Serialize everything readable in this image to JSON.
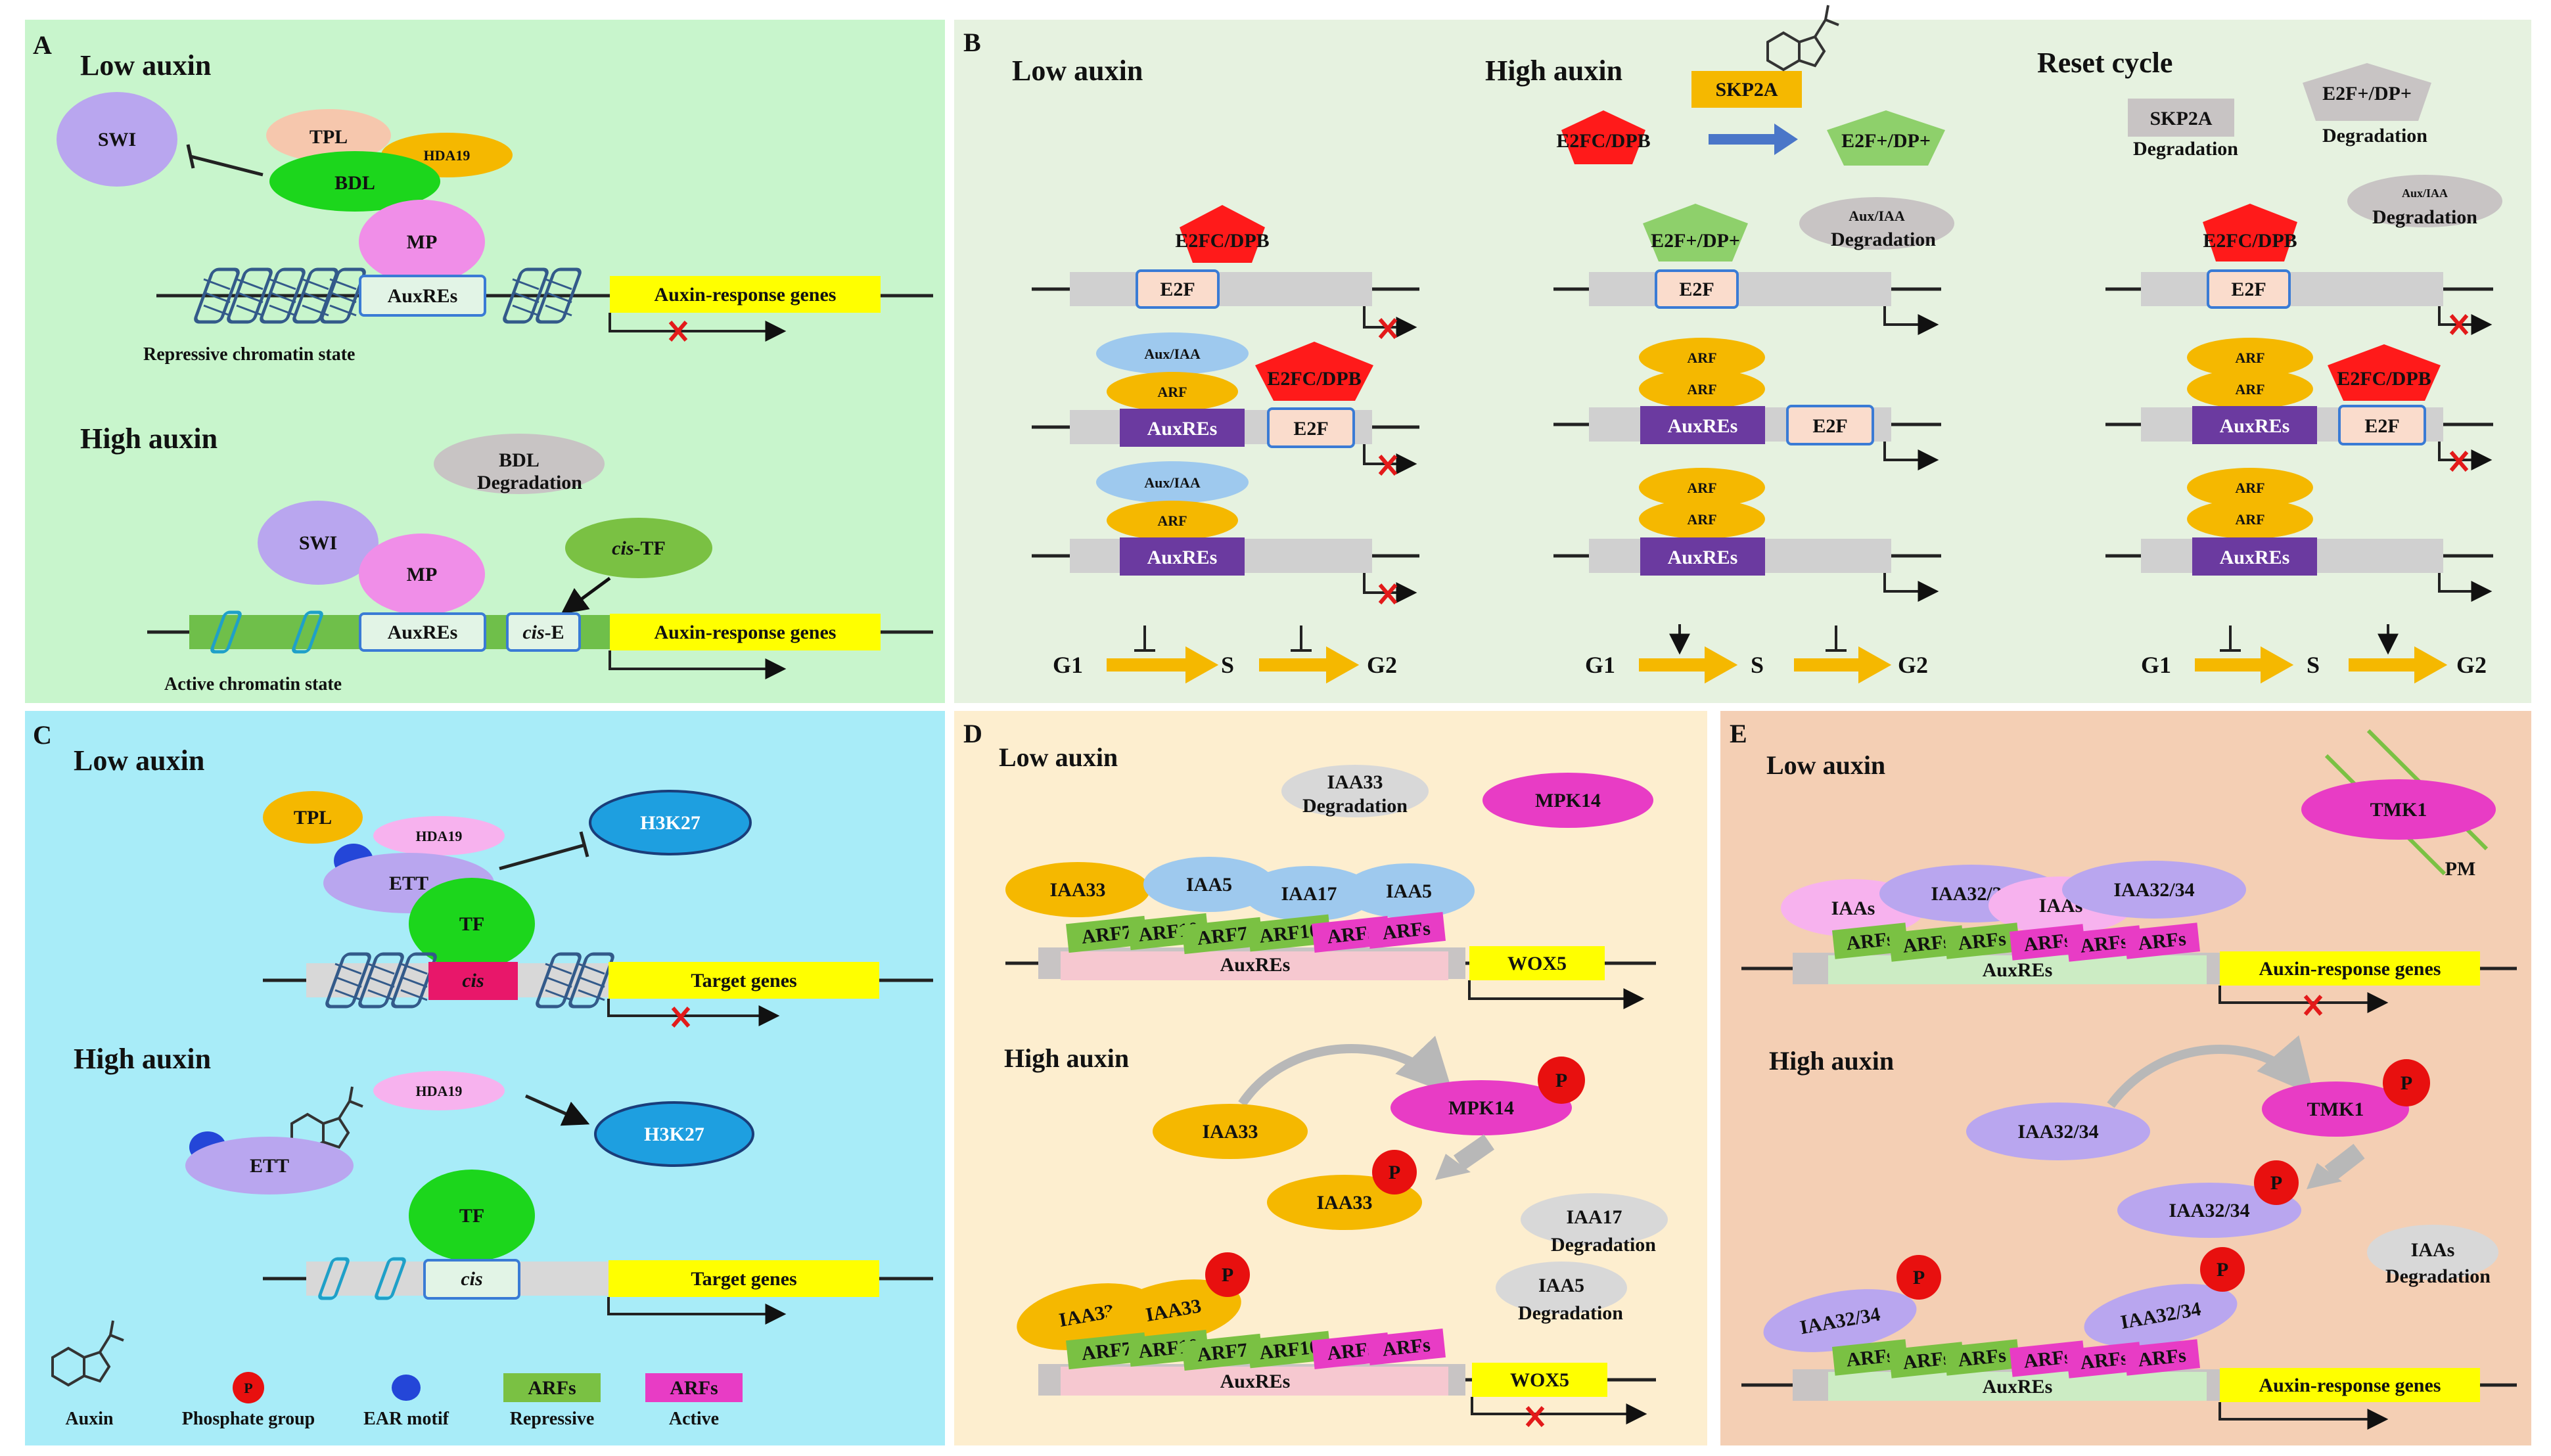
{
  "colors": {
    "panel_a": "#c8f5cc",
    "panel_b": "#e6f2e0",
    "panel_c": "#a8ecf8",
    "panel_d": "#fdeecf",
    "panel_e": "#f4cfb4",
    "arf_repressive": "#7ac143",
    "arf_active": "#e83cc5",
    "auxre": "#6b3aa0",
    "target_gene": "#ffff00",
    "phosphate": "#e8100f",
    "e2f_dpb": "#ff1a1a",
    "e2f_dp_plus": "#8ed06b",
    "arrow_cycle": "#f5b800"
  },
  "panel_a": {
    "letter": "A",
    "low_title": "Low auxin",
    "high_title": "High auxin",
    "swi": "SWI",
    "tpl": "TPL",
    "hda19": "HDA19",
    "bdl": "BDL",
    "mp": "MP",
    "auxres": "AuxREs",
    "gene": "Auxin-response genes",
    "repressive_state": "Repressive chromatin state",
    "bdl_deg_1": "BDL",
    "bdl_deg_2": "Degradation",
    "cis_tf_it": "cis",
    "cis_tf_rest": "-TF",
    "cis_e_it": "cis",
    "cis_e_rest": "-E",
    "active_state": "Active chromatin state"
  },
  "panel_b": {
    "letter": "B",
    "low_title": "Low auxin",
    "high_title": "High auxin",
    "reset_title": "Reset cycle",
    "e2fc_dpb": "E2FC/DPB",
    "e2f": "E2F",
    "aux_iaa": "Aux/IAA",
    "arf": "ARF",
    "auxres": "AuxREs",
    "skp2a": "SKP2A",
    "e2f_dp_plus": "E2F+/DP+",
    "degradation": "Degradation",
    "g1": "G1",
    "s": "S",
    "g2": "G2"
  },
  "panel_c": {
    "letter": "C",
    "low_title": "Low auxin",
    "high_title": "High auxin",
    "tpl": "TPL",
    "hda19": "HDA19",
    "ett": "ETT",
    "tf": "TF",
    "h3k27": "H3K27",
    "cis": "cis",
    "target": "Target genes"
  },
  "legend": {
    "auxin": "Auxin",
    "phosphate": "Phosphate group",
    "ear": "EAR motif",
    "arfs": "ARFs",
    "repressive": "Repressive",
    "active": "Active",
    "p": "P"
  },
  "panel_d": {
    "letter": "D",
    "low_title": "Low auxin",
    "high_title": "High auxin",
    "iaa33": "IAA33",
    "iaa5": "IAA5",
    "iaa17": "IAA17",
    "degradation": "Degradation",
    "mpk14": "MPK14",
    "arf7": "ARF7",
    "arf10": "ARF10",
    "arfs": "ARFs",
    "auxres": "AuxREs",
    "wox5": "WOX5",
    "p": "P"
  },
  "panel_e": {
    "letter": "E",
    "low_title": "Low auxin",
    "high_title": "High auxin",
    "tmk1": "TMK1",
    "pm": "PM",
    "iaas": "IAAs",
    "iaa32_34": "IAA32/34",
    "arfs": "ARFs",
    "auxres": "AuxREs",
    "gene": "Auxin-response genes",
    "degradation": "Degradation",
    "p": "P"
  }
}
